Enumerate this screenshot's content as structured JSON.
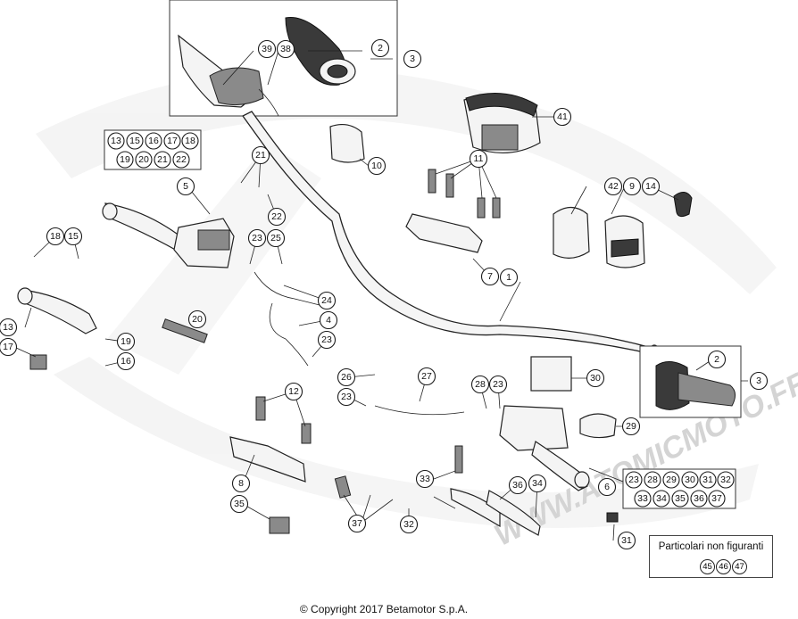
{
  "copyright": "© Copyright 2017 Betamotor S.p.A.",
  "watermark": "WWW.ATOMICMOTO.FR",
  "note": {
    "title": "Particolari non figuranti",
    "refs": [
      "45",
      "46",
      "47"
    ]
  },
  "callouts": {
    "c1": "1",
    "c2a": "2",
    "c2b": "2",
    "c3a": "3",
    "c3b": "3",
    "c4": "4",
    "c5": "5",
    "c6": "6",
    "c7": "7",
    "c8": "8",
    "c9": "9",
    "c10": "10",
    "c11": "11",
    "c12": "12",
    "c13": "13",
    "c14": "14",
    "c15": "15",
    "c16": "16",
    "c17": "17",
    "c18": "18",
    "c19": "19",
    "c20": "20",
    "c21": "21",
    "c22": "22",
    "c23a": "23",
    "c23b": "23",
    "c23c": "23",
    "c24": "24",
    "c25": "25",
    "c26": "26",
    "c27": "27",
    "c28": "28",
    "c29": "29",
    "c30": "30",
    "c31": "31",
    "c32": "32",
    "c33": "33",
    "c34": "34",
    "c35": "35",
    "c36": "36",
    "c37": "37",
    "c38": "38",
    "c39": "39",
    "c41": "41",
    "c42": "42"
  },
  "groups": {
    "left_lever_kit": {
      "row1": [
        "13",
        "15",
        "16",
        "17",
        "18"
      ],
      "row2": [
        "19",
        "20",
        "21",
        "22"
      ]
    },
    "right_pump_kit": {
      "row1": [
        "23",
        "28",
        "29",
        "30",
        "31",
        "32"
      ],
      "row2": [
        "33",
        "34",
        "35",
        "36",
        "37"
      ]
    }
  }
}
